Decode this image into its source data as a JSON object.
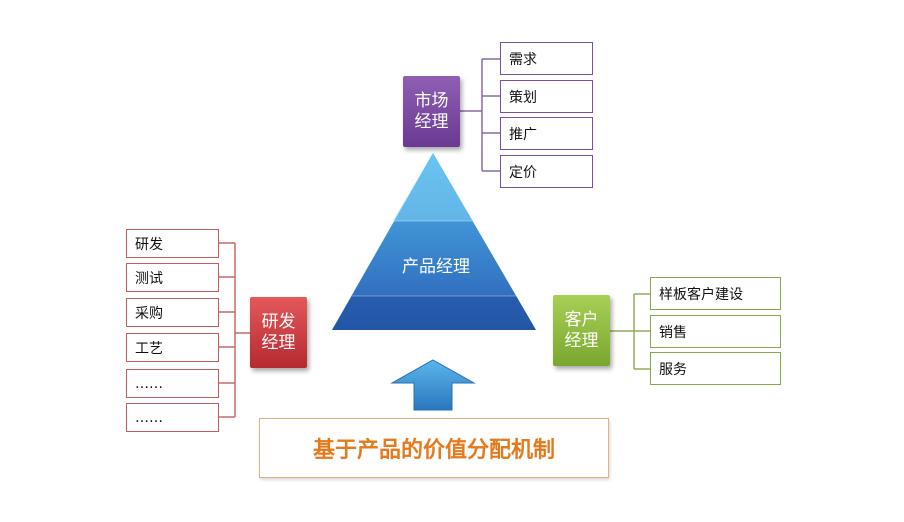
{
  "center": {
    "label": "产品经理"
  },
  "roles": {
    "market": {
      "label": "市场\n经理",
      "color": "#7b4aa3"
    },
    "rd": {
      "label": "研发\n经理",
      "color": "#c83a3e"
    },
    "customer": {
      "label": "客户\n经理",
      "color": "#8fbe42"
    }
  },
  "market_items": [
    "需求",
    "策划",
    "推广",
    "定价"
  ],
  "rd_items": [
    "研发",
    "测试",
    "采购",
    "工艺",
    "……",
    "……"
  ],
  "customer_items": [
    "样板客户建设",
    "销售",
    "服务"
  ],
  "banner": {
    "text": "基于产品的价值分配机制",
    "color": "#e57a1c"
  },
  "colors": {
    "pyramid_top": "#3aa0e0",
    "pyramid_bottom": "#2553a8",
    "arrow": "#2f86c8"
  }
}
